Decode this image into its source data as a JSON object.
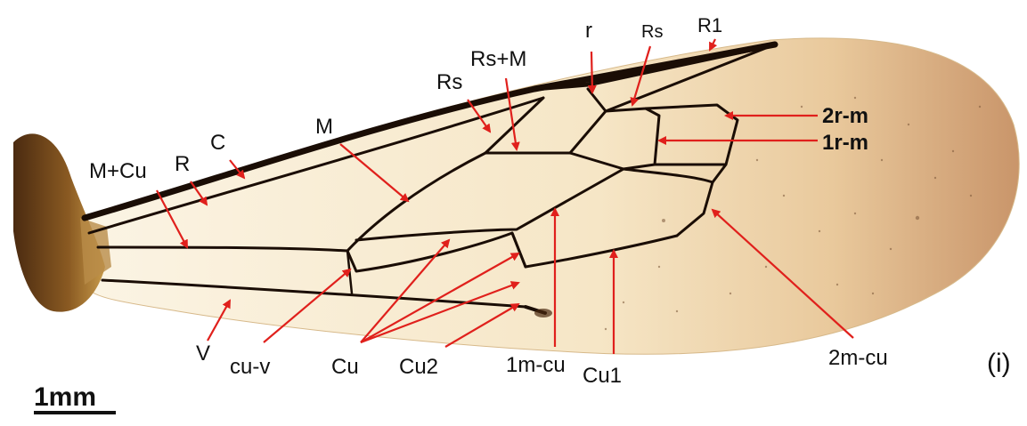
{
  "panel_label": "(i)",
  "scale_bar_label": "1mm",
  "labels": {
    "r": "r",
    "rs_top": "Rs",
    "r1": "R1",
    "rs_m": "Rs+M",
    "rs": "Rs",
    "m": "M",
    "c": "C",
    "r_vein": "R",
    "m_cu": "M+Cu",
    "v": "V",
    "cu_v": "cu-v",
    "cu": "Cu",
    "cu2": "Cu2",
    "m1_cu": "1m-cu",
    "cu1": "Cu1",
    "m2_cu": "2m-cu",
    "r2_m": "2r-m",
    "r1_m": "1r-m"
  },
  "colors": {
    "arrow": "#e0201c",
    "vein": "#1a0d05",
    "membrane": "#f1dcb3",
    "membrane_tip": "#c9956a"
  }
}
